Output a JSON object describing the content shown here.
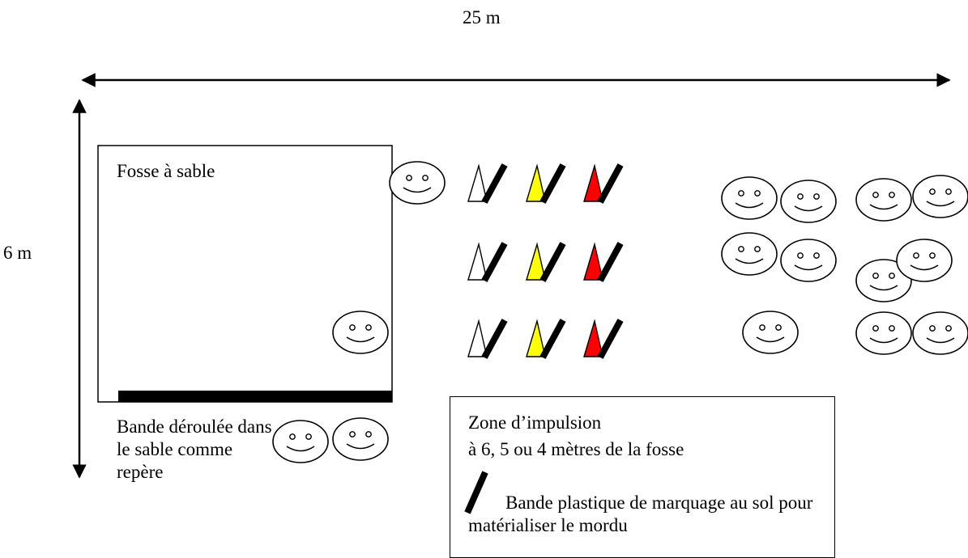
{
  "dimensions": {
    "width_label": "25 m",
    "height_label": "6 m"
  },
  "sand_pit": {
    "label": "Fosse à sable"
  },
  "tape_label": "Bande déroulée dans le sable comme repère",
  "legend": {
    "title": "Zone d’impulsion",
    "distance": "à 6, 5 ou 4 mètres de la fosse",
    "marking_text": "Bande plastique de marquage au sol pour matérialiser le mordu"
  },
  "cone_colors": [
    "#ffffff",
    "#ffff00",
    "#ff0000"
  ],
  "colors": {
    "line": "#000000",
    "background": "#ffffff"
  },
  "icons": [
    "smiley-face-icon",
    "cone-icon",
    "marking-tape-icon",
    "double-arrow-icon"
  ]
}
